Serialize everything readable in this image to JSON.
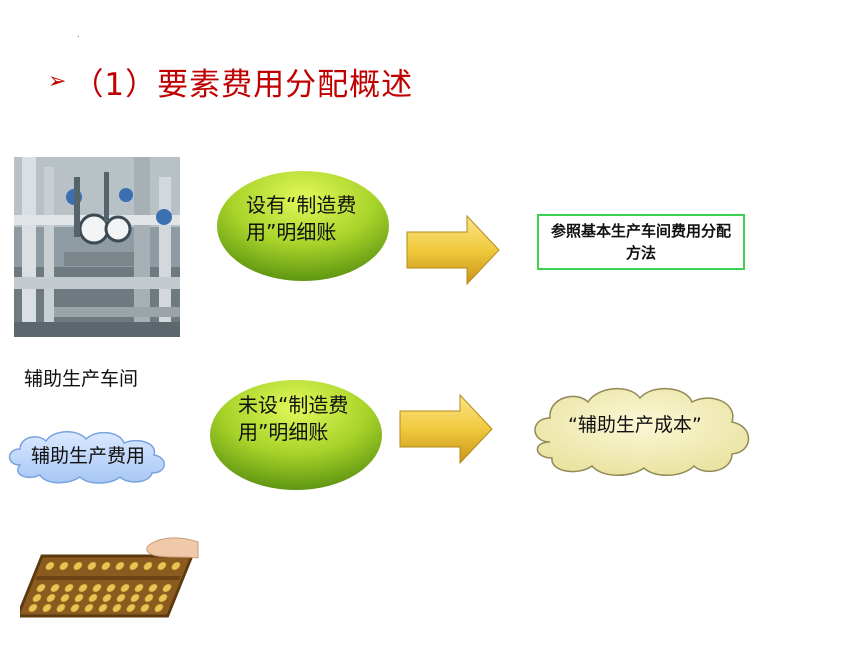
{
  "slide": {
    "dot": ".",
    "bullet": "➢",
    "title": "（1）要素费用分配概述"
  },
  "left": {
    "workshop_label": "辅助生产车间",
    "cloud_label": "辅助生产费用"
  },
  "case_with": {
    "ellipse_text": "设有“制造费用”明细账",
    "result_text": "参照基本生产车间费用分配方法"
  },
  "case_without": {
    "ellipse_text": "未设“制造费用”明细账",
    "result_text": "“辅助生产成本”"
  },
  "colors": {
    "title": "#c00000",
    "ellipse_light": "#d6f244",
    "ellipse_dark": "#6aa012",
    "arrow": "#f0cc40",
    "box_border": "#3cd150",
    "cloud_blue": "#bcd6ff",
    "cloud_cream": "#f4efb8"
  },
  "images": [
    "industrial-machinery-photo",
    "abacus-photo"
  ]
}
